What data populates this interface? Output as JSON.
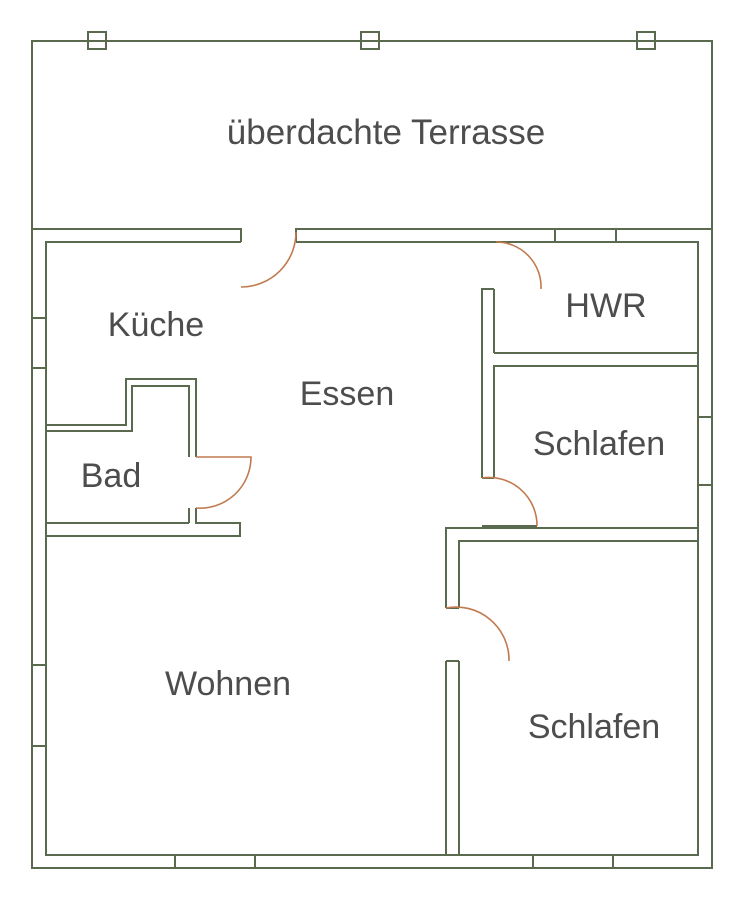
{
  "rooms": {
    "terrace": "überdachte Terrasse",
    "kitchen": "Küche",
    "dining": "Essen",
    "utility": "HWR",
    "bathroom": "Bad",
    "bedroom_1": "Schlafen",
    "bedroom_2": "Schlafen",
    "living": "Wohnen"
  },
  "colors": {
    "wall": "#5a6a4e",
    "door": "#c07a4e",
    "label": "#4d4d4d",
    "background": "#ffffff"
  }
}
